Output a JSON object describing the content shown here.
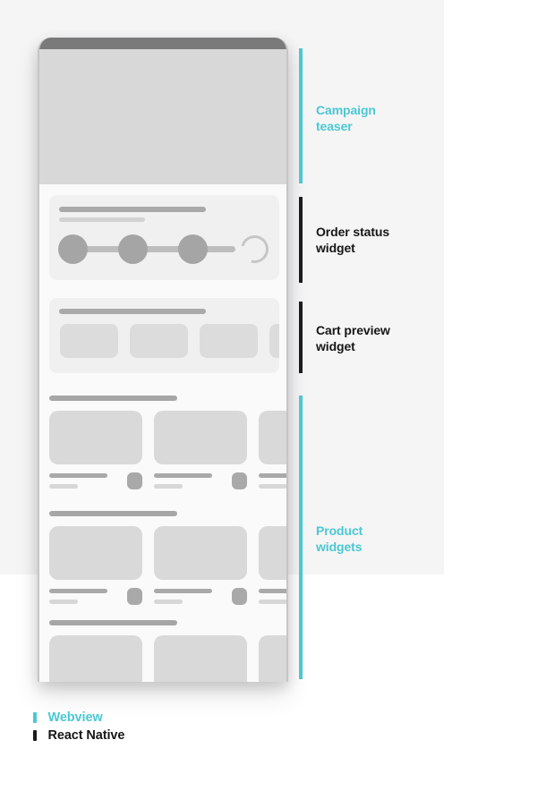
{
  "colors": {
    "webview_accent": "#4bc8d3",
    "react_native_black": "#1b1b1b"
  },
  "annotations": [
    {
      "label": "Campaign teaser",
      "label_lines": [
        "Campaign",
        "teaser"
      ],
      "layer": "webview"
    },
    {
      "label": "Order status widget",
      "label_lines": [
        "Order status",
        "widget"
      ],
      "layer": "react-native"
    },
    {
      "label": "Cart preview widget",
      "label_lines": [
        "Cart preview",
        "widget"
      ],
      "layer": "react-native"
    },
    {
      "label": "Product widgets",
      "label_lines": [
        "Product",
        "widgets"
      ],
      "layer": "webview"
    }
  ],
  "legend": {
    "items": [
      {
        "label": "Webview",
        "layer": "webview"
      },
      {
        "label": "React Native",
        "layer": "react-native"
      }
    ]
  },
  "phone_wireframe": {
    "order_status_steps_done": 3,
    "order_status_steps_pending": 1,
    "cart_preview_item_count": 4,
    "product_section_count": 3,
    "product_cards_per_row": 3
  }
}
